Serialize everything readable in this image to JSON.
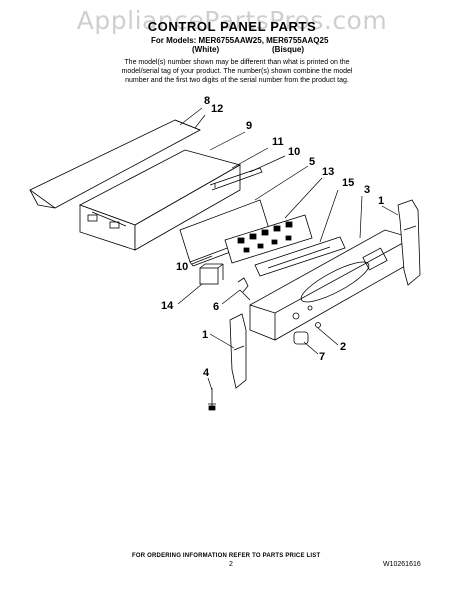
{
  "watermark": "AppliancePartsPros.com",
  "header": {
    "title": "CONTROL PANEL PARTS",
    "models": "For Models: MER6755AAW25, MER6755AAQ25",
    "color_white": "(White)",
    "color_bisque": "(Bisque)",
    "note": "The model(s) number shown may be different than what is printed on the model/serial tag of your product. The number(s) shown combine the model number and the first two digits of the serial number from the product tag."
  },
  "callouts": {
    "c8": "8",
    "c12": "12",
    "c9": "9",
    "c11": "11",
    "c10a": "10",
    "c5": "5",
    "c13": "13",
    "c15": "15",
    "c3": "3",
    "c1a": "1",
    "c10b": "10",
    "c14": "14",
    "c6": "6",
    "c1b": "1",
    "c2": "2",
    "c7": "7",
    "c4": "4"
  },
  "footer": {
    "ordering_info": "FOR ORDERING INFORMATION REFER TO PARTS PRICE LIST",
    "page_number": "2",
    "document_number": "W10261616"
  }
}
